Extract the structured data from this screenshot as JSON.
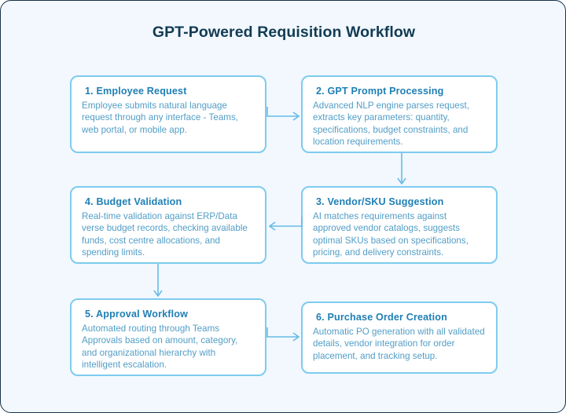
{
  "title": "GPT-Powered Requisition Workflow",
  "colors": {
    "page_background": "#f2f8fe",
    "page_border": "#16314a",
    "node_border": "#7ecbef",
    "node_background": "#ffffff",
    "title_text": "#123b53",
    "node_title_text": "#1f7fb5",
    "node_desc_text": "#519dc6",
    "connector": "#66bce6"
  },
  "nodes": [
    {
      "id": 1,
      "title": "1.  Employee Request",
      "description": "Employee submits natural language request through any interface - Teams, web portal, or mobile app."
    },
    {
      "id": 2,
      "title": "2.  GPT Prompt Processing",
      "description": "Advanced NLP engine parses request, extracts key parameters: quantity, specifications, budget constraints, and location requirements."
    },
    {
      "id": 3,
      "title": "3.  Vendor/SKU Suggestion",
      "description": "AI matches requirements against approved vendor catalogs, suggests optimal SKUs based on specifications, pricing, and delivery constraints."
    },
    {
      "id": 4,
      "title": "4.  Budget Validation",
      "description": "Real-time validation against ERP/Data verse budget records, checking available funds, cost centre allocations, and spending limits."
    },
    {
      "id": 5,
      "title": "5.  Approval Workflow",
      "description": "Automated routing through Teams Approvals based on amount, category, and organizational hierarchy with intelligent escalation."
    },
    {
      "id": 6,
      "title": "6.  Purchase Order Creation",
      "description": "Automatic PO generation with all validated details, vendor integration for order placement, and tracking setup."
    }
  ],
  "connectors": [
    {
      "from": 1,
      "to": 2,
      "direction": "right"
    },
    {
      "from": 2,
      "to": 3,
      "direction": "down"
    },
    {
      "from": 3,
      "to": 4,
      "direction": "left"
    },
    {
      "from": 4,
      "to": 5,
      "direction": "down"
    },
    {
      "from": 5,
      "to": 6,
      "direction": "right"
    }
  ]
}
